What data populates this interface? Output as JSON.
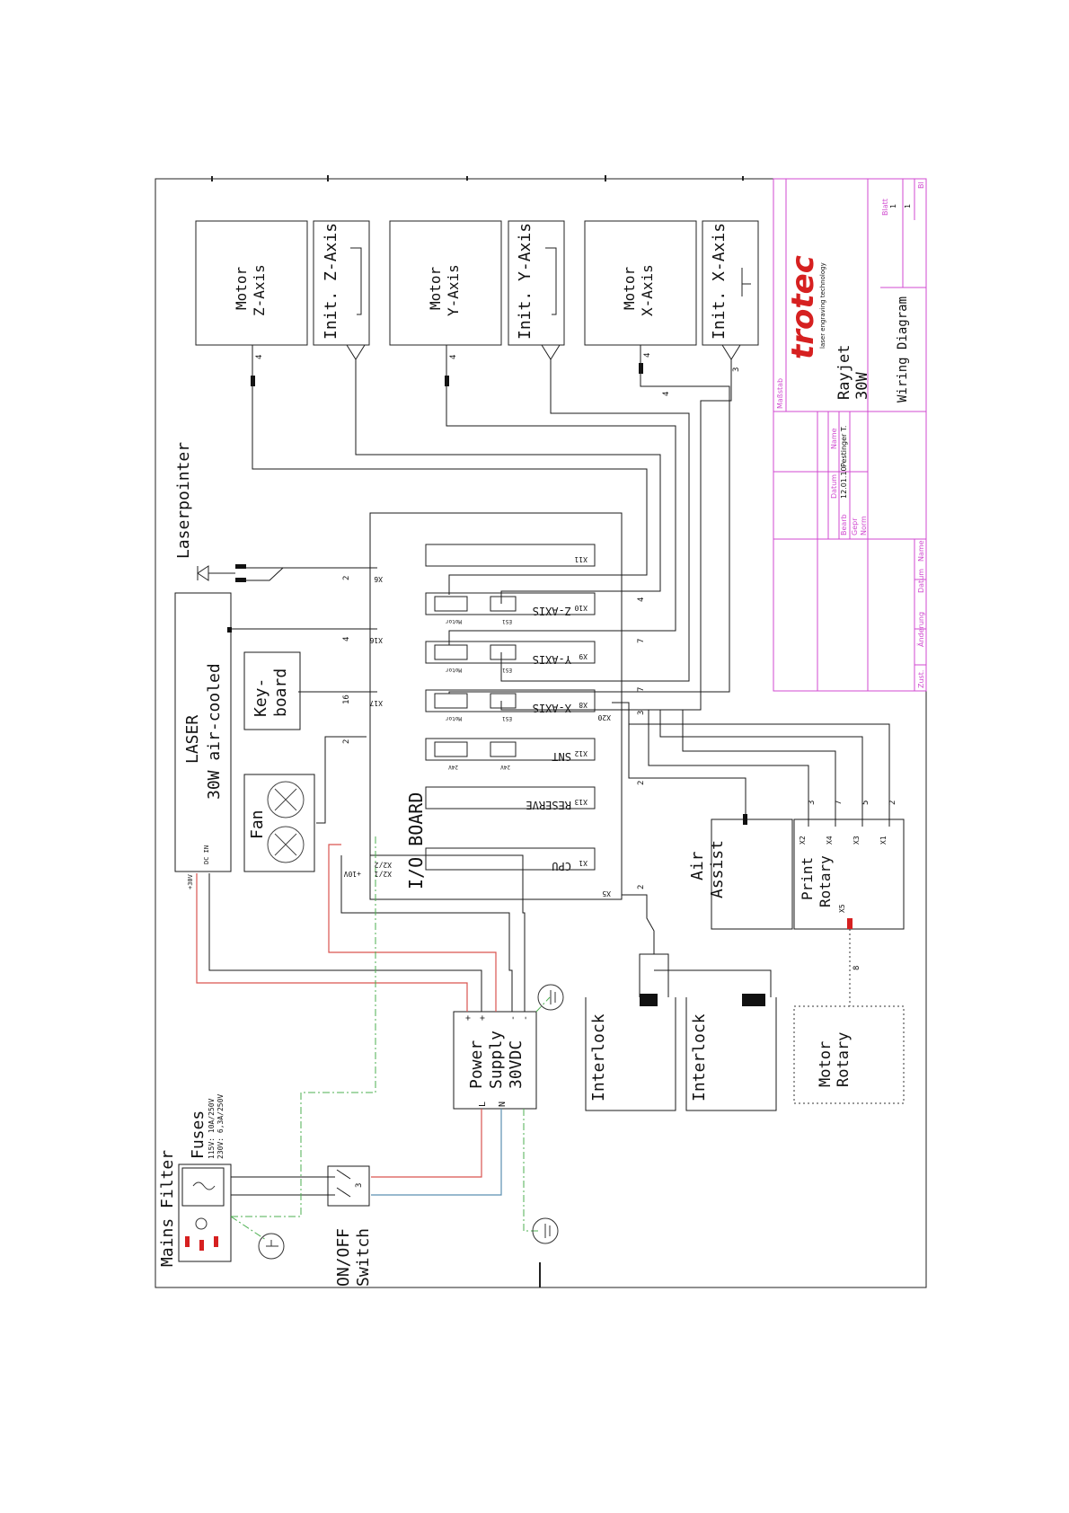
{
  "sheet": {
    "logo": "trotec",
    "tagline": "laser engraving technology",
    "product": "Rayjet",
    "product_power": "30W",
    "drawing_title": "Wiring Diagram",
    "massstab_label": "Maßstab",
    "blatt_label": "Blatt",
    "blatt_value_1": "1",
    "blatt_value_2": "1",
    "bl_label": "Bl",
    "datum_label": "Datum",
    "name_label": "Name",
    "bearb_label": "Bearb",
    "bearb_datum": "12.01.10",
    "bearb_name": "Pestinger T.",
    "gepr_label": "Gepr",
    "norm_label": "Norm",
    "zust_label": "Zust.",
    "aenderung_label": "Änderung",
    "rev_datum_label": "Datum",
    "rev_name_label": "Name"
  },
  "components": {
    "motor_z": [
      "Motor",
      "Z-Axis"
    ],
    "init_z": "Init. Z-Axis",
    "motor_y": [
      "Motor",
      "Y-Axis"
    ],
    "init_y": "Init. Y-Axis",
    "motor_x": [
      "Motor",
      "X-Axis"
    ],
    "init_x": "Init. X-Axis",
    "laserpointer": "Laserpointer",
    "laser": [
      "LASER",
      "30W air-cooled"
    ],
    "dc_in": "DC IN",
    "plus30v": "+30V",
    "keyboard": [
      "Key-",
      "board"
    ],
    "fan": "Fan",
    "io_board": "I/O BOARD",
    "air_assist": [
      "Air",
      "Assist"
    ],
    "print_rotary": [
      "Print",
      "Rotary"
    ],
    "motor_rotary": [
      "Motor",
      "Rotary"
    ],
    "interlock_1": "Interlock",
    "interlock_2": "Interlock",
    "power_supply": [
      "Power",
      "Supply",
      "30VDC"
    ],
    "ps_l": "L",
    "ps_n": "N",
    "ps_plus": "+",
    "ps_minus": "-",
    "mains_filter": "Mains Filter",
    "fuses": "Fuses",
    "fuse_spec_1": "115V: 10A/250V",
    "fuse_spec_2": "230V: 6,3A/250V",
    "on_off_switch": [
      "ON/OFF",
      "Switch"
    ]
  },
  "io_slots": {
    "x11": "X11",
    "x10": "X10",
    "x10_name": "Z-AXIS",
    "x9": "X9",
    "x9_name": "Y-AXIS",
    "x8": "X8",
    "x8_name": "X-AXIS",
    "x12": "X12",
    "x12_name": "SNT",
    "x13": "X13",
    "x13_name": "RESERVE",
    "x1": "X1",
    "x1_name": "CPU",
    "motor_label": "Motor",
    "es1_label": "ES1",
    "v24_label": "24V"
  },
  "connectors": {
    "x6": "X6",
    "x16": "X16",
    "x17": "X17",
    "x20": "X20",
    "x5": "X5",
    "x2_2": "X2/2",
    "x2_1": "X2/1",
    "plus10v": "+10V",
    "pr_x2": "X2",
    "pr_x4": "X4",
    "pr_x3": "X3",
    "pr_x1": "X1",
    "pr_x5": "X5"
  },
  "wire_counts": {
    "z_motor": "4",
    "y_motor": "4",
    "x_motor": "4",
    "x_init": "3",
    "x_branch": "4",
    "laserpointer": "2",
    "laser": "4",
    "keyboard": "16",
    "fan": "2",
    "x10_in": "4",
    "x9_in": "7",
    "x8_in": "7",
    "x20": "3",
    "air": "2",
    "x5": "2",
    "pr_x2": "3",
    "pr_x4": "7",
    "pr_x3": "5",
    "pr_x1": "2",
    "rotary": "8",
    "switch_3": "3"
  },
  "colors": {
    "line": "#1a1a1a",
    "red_wire": "#d9534f",
    "blue_wire": "#5b8fb0",
    "earth_wire": "#4caf50",
    "title_block": "#d04ad0",
    "logo_red": "#d62020"
  }
}
